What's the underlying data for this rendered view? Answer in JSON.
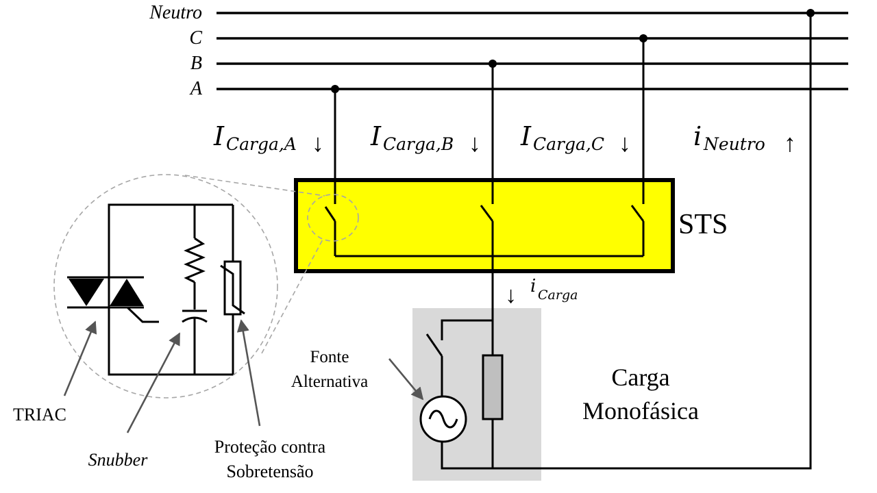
{
  "lines": {
    "neutro": "Neutro",
    "c": "C",
    "b": "B",
    "a": "A"
  },
  "currents": {
    "a": {
      "main": "I",
      "sub": "Carga,A",
      "arrow": "↓"
    },
    "b": {
      "main": "I",
      "sub": "Carga,B",
      "arrow": "↓"
    },
    "c": {
      "main": "I",
      "sub": "Carga,C",
      "arrow": "↓"
    },
    "neutro": {
      "main": "i",
      "sub": "Neutro",
      "arrow": "↑"
    },
    "carga": {
      "main": "i",
      "sub": "Carga",
      "arrow": "↓"
    }
  },
  "sts": {
    "label": "STS",
    "fill": "#ffff00"
  },
  "load": {
    "title_line1": "Carga",
    "title_line2": "Monofásica",
    "source_line1": "Fonte",
    "source_line2": "Alternativa",
    "fill": "#d9d9d9"
  },
  "detail": {
    "triac_label": "TRIAC",
    "snubber_label": "Snubber",
    "protection_line1": "Proteção contra",
    "protection_line2": "Sobretensão"
  }
}
